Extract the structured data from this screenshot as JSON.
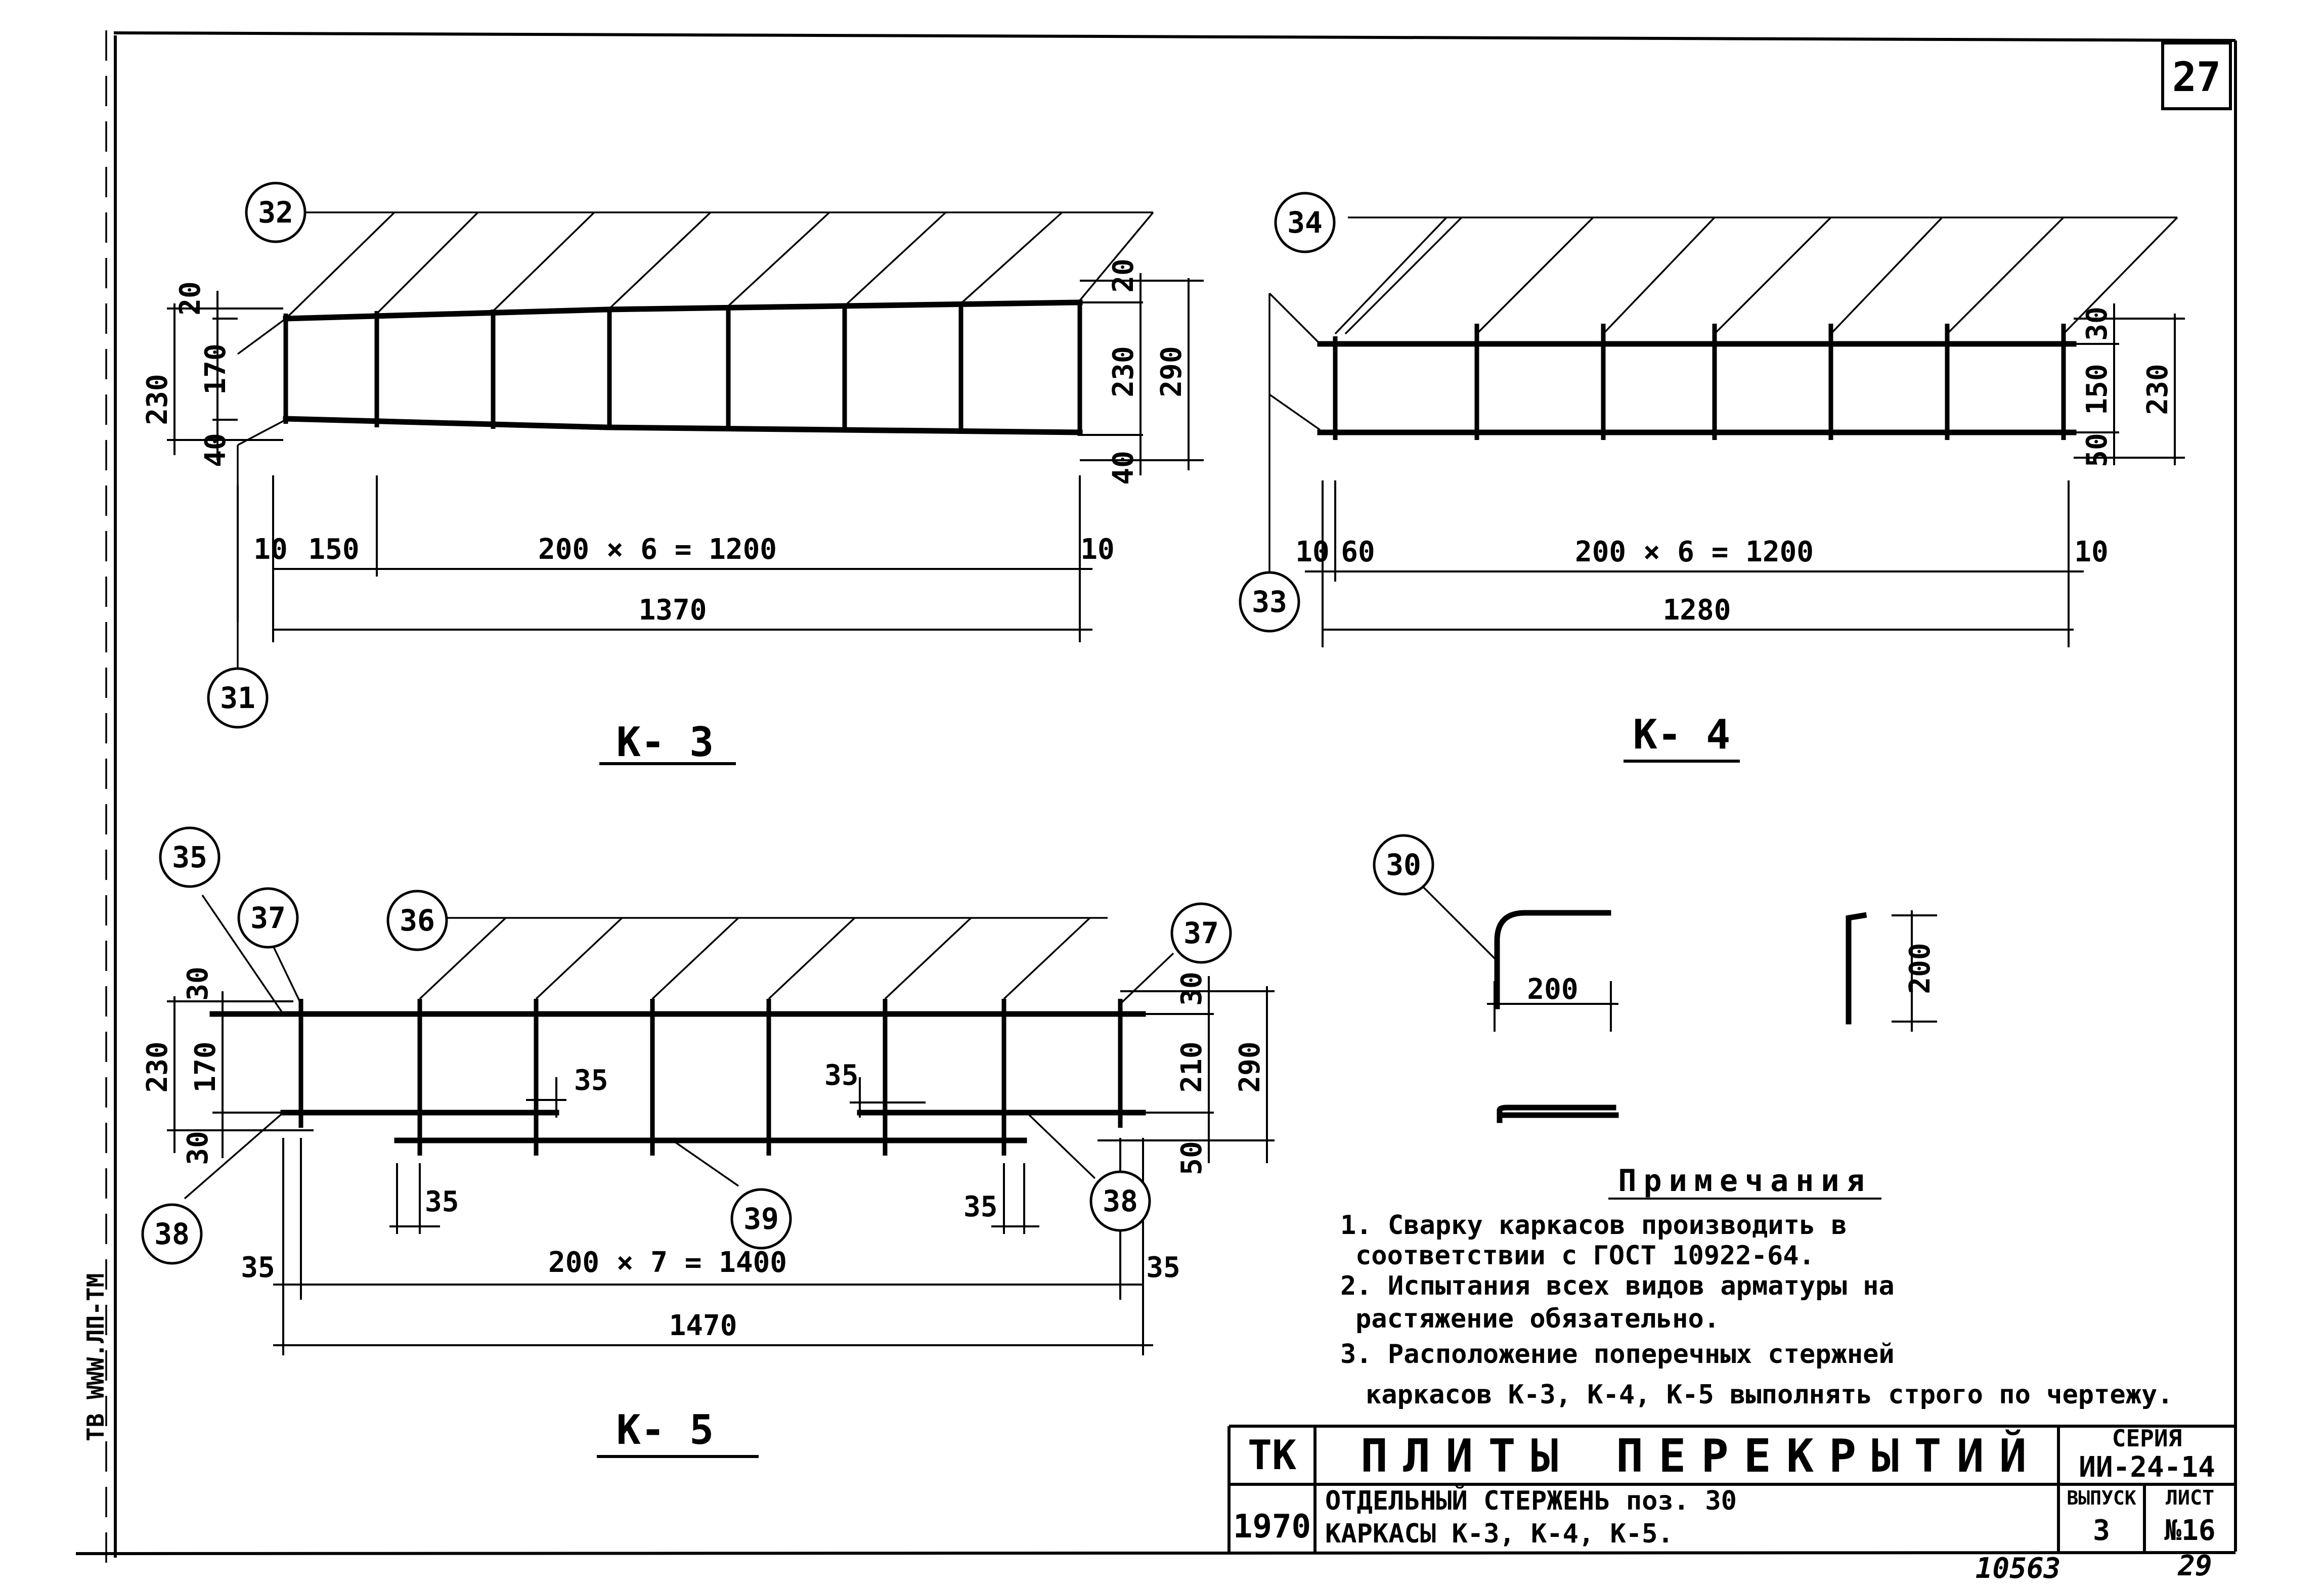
{
  "sheet_number": "27",
  "bottom_sheet_number": "29",
  "stamp_number": "10563",
  "left_margin_text": "ТВ WWW.ЛП-ТМ",
  "frames": {
    "k3": {
      "title": "К- 3",
      "marks": {
        "top": "32",
        "bottom_left": "31"
      },
      "dims": {
        "left_top": "20",
        "left_mid": "170",
        "left_total": "230",
        "left_bottom": "40",
        "right_top": "20",
        "right_mid": "230",
        "right_total": "290",
        "right_bottom": "40",
        "end_left": "10",
        "first_step": "150",
        "pitch": "200 × 6 = 1200",
        "end_right": "10",
        "overall": "1370"
      }
    },
    "k4": {
      "title": "К- 4",
      "marks": {
        "top": "34",
        "bottom_left": "33"
      },
      "dims": {
        "right_top": "30",
        "right_mid": "150",
        "right_total": "230",
        "right_bottom": "50",
        "end_left": "10",
        "first_step": "60",
        "pitch": "200 × 6 = 1200",
        "end_right": "10",
        "overall": "1280"
      }
    },
    "k5": {
      "title": "К- 5",
      "marks": {
        "top_left": "35",
        "left_vertical": "37",
        "top_middle": "36",
        "right_vertical": "37",
        "bottom_left": "38",
        "bottom_middle": "39",
        "bottom_right": "38"
      },
      "dims": {
        "left_top": "30",
        "left_mid": "170",
        "left_total": "230",
        "left_bottom": "30",
        "right_top": "30",
        "right_mid": "210",
        "right_total": "290",
        "right_bottom": "50",
        "lap_left": "35",
        "lap_right": "35",
        "bot_left": "35",
        "bot_right": "35",
        "end_left": "35",
        "pitch": "200 × 7 = 1400",
        "end_right": "35",
        "overall": "1470"
      }
    }
  },
  "bent_bar": {
    "mark": "30",
    "length_h": "200",
    "length_v": "200"
  },
  "notes": {
    "heading": "Примечания",
    "items": [
      "1. Сварку каркасов производить в",
      "соответствии с ГОСТ 10922-64.",
      "2. Испытания всех видов арматуры на",
      "растяжение обязательно.",
      "3. Расположение поперечных стержней",
      "каркасов К-3, К-4, К-5 выполнять строго по чертежу."
    ]
  },
  "title_block": {
    "org": "ТК",
    "year": "1970",
    "title": "ПЛИТЫ ПЕРЕКРЫТИЙ",
    "series_label": "СЕРИЯ",
    "series_value": "ИИ-24-14",
    "subtitle_line1": "ОТДЕЛЬНЫЙ СТЕРЖЕНЬ поз. 30",
    "subtitle_line2": "КАРКАСЫ К-3, К-4, К-5.",
    "issue_label": "ВЫПУСК",
    "issue_value": "3",
    "sheet_label": "ЛИСТ",
    "sheet_value": "№16"
  }
}
